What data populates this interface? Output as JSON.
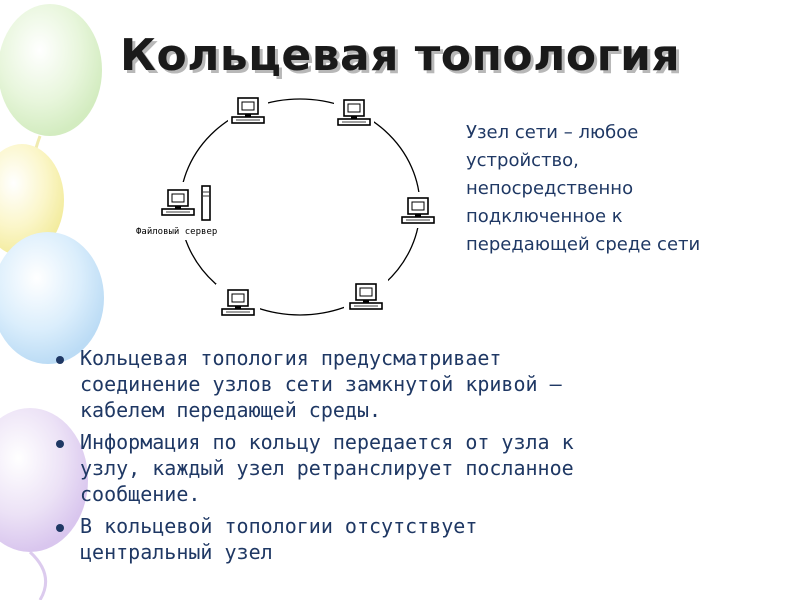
{
  "title": "Кольцевая топология",
  "diagram": {
    "server_caption": "Файловый сервер"
  },
  "definition": {
    "lines": [
      "Узел сети – любое",
      "устройство,",
      "непосредственно",
      "подключенное к",
      "передающей среде сети"
    ]
  },
  "bullets": [
    {
      "lines": [
        "Кольцевая топология предусматривает",
        "соединение узлов сети замкнутой кривой –",
        "кабелем передающей среды."
      ]
    },
    {
      "lines": [
        "Информация по кольцу передается от узла к",
        "узлу, каждый узел ретранслирует посланное",
        "сообщение."
      ]
    },
    {
      "lines": [
        "В кольцевой топологии отсутствует",
        "центральный узел"
      ]
    }
  ],
  "colors": {
    "text_blue": "#1f3864",
    "title": "#1a1a1a"
  }
}
